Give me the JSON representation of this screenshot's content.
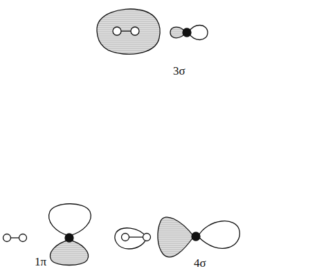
{
  "diagram": {
    "labels": [
      "3σ",
      "1π",
      "4σ"
    ]
  }
}
